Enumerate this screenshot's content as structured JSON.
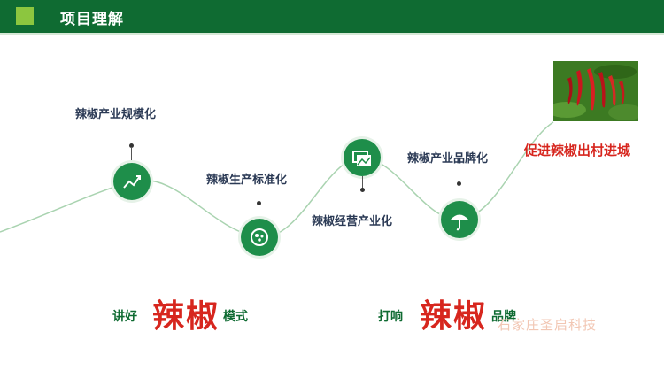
{
  "header": {
    "title": "项目理解"
  },
  "steps": [
    {
      "label": "辣椒产业规模化",
      "icon": "trend-chart-icon"
    },
    {
      "label": "辣椒生产标准化",
      "icon": "plant-badge-icon"
    },
    {
      "label": "辣椒经营产业化",
      "icon": "image-gallery-icon"
    },
    {
      "label": "辣椒产业品牌化",
      "icon": "umbrella-icon"
    }
  ],
  "goal": {
    "label": "促进辣椒出村进城",
    "image": "red-chili-peppers-photo"
  },
  "slogans": [
    {
      "prefix": "讲好",
      "main": "辣椒",
      "suffix": "模式"
    },
    {
      "prefix": "打响",
      "main": "辣椒",
      "suffix": "品牌"
    }
  ],
  "watermark": "石家庄圣启科技",
  "colors": {
    "brand_green": "#0f6b32",
    "node_green": "#1e8e4a",
    "accent_red": "#d7261e"
  }
}
